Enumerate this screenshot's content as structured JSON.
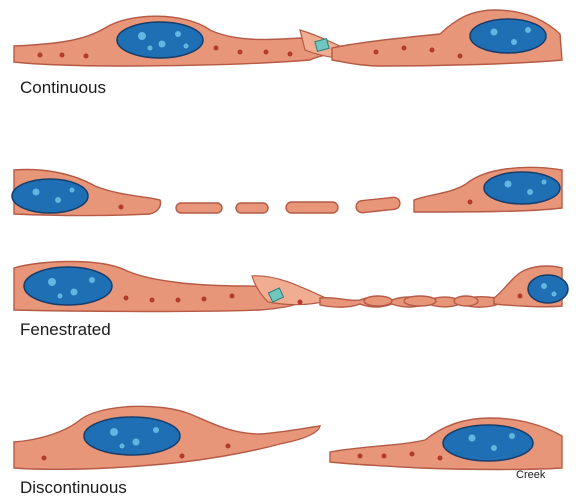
{
  "labels": {
    "continuous": "Continuous",
    "fenestrated": "Fenestrated",
    "discontinuous": "Discontinuous"
  },
  "credit": "Creek",
  "colors": {
    "cytoplasm": "#e8967a",
    "cell_outline": "#b45a45",
    "nucleus": "#1f6fb4",
    "nucleus_highlight": "#6ec3e8",
    "junction": "#6fc7c0",
    "organelle": "#b23b2e"
  }
}
